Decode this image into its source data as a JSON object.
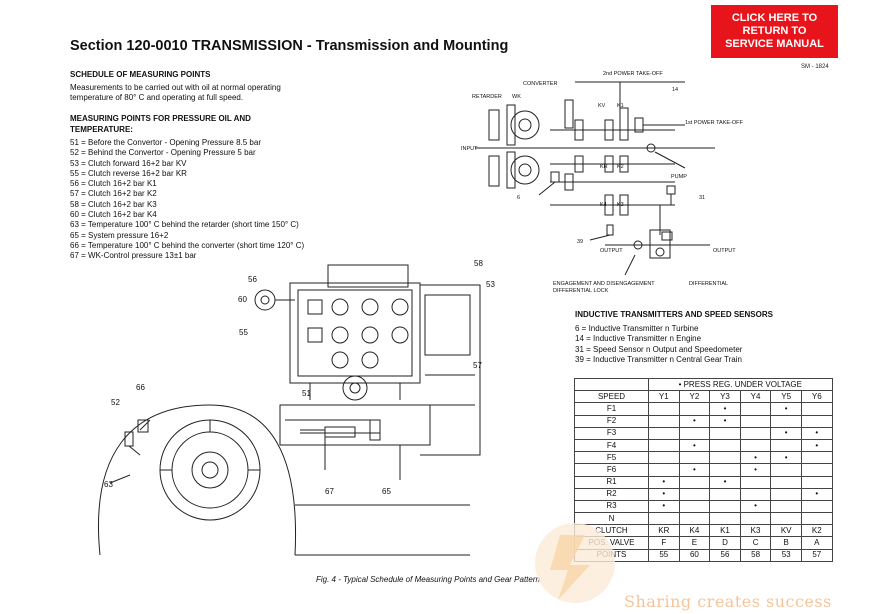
{
  "return_button": {
    "label": "CLICK HERE TO\nRETURN TO\nSERVICE MANUAL"
  },
  "page_title": "Section 120-0010 TRANSMISSION - Transmission and Mounting",
  "sm_code": "SM - 1824",
  "schedule": {
    "heading": "SCHEDULE OF MEASURING POINTS",
    "text_line1": "Measurements to be carried out with oil at normal operating",
    "text_line2": "temperature of 80° C and operating at full speed."
  },
  "measuring_points": {
    "heading_line1": "MEASURING POINTS FOR PRESSURE OIL AND",
    "heading_line2": "TEMPERATURE:",
    "items": [
      "51 = Before the Convertor - Opening Pressure 8.5 bar",
      "52 = Behind the Convertor - Opening Pressure 5 bar",
      "53 = Clutch forward 16+2 bar KV",
      "55 = Clutch reverse 16+2 bar KR",
      "56 = Clutch 16+2 bar K1",
      "57 = Clutch 16+2 bar K2",
      "58 = Clutch 16+2 bar K3",
      "60 = Clutch 16+2 bar K4",
      "63 = Temperature 100° C behind the retarder (short time 150° C)",
      "65 = System pressure 16+2",
      "66 = Temperature 100° C behind the converter (short time 120° C)",
      "67 = WK-Control pressure 13±1 bar"
    ]
  },
  "gear_diagram": {
    "labels": {
      "pto2": "2nd POWER TAKE-OFF",
      "converter": "CONVERTER",
      "retarder": "RETARDER",
      "wk": "WK",
      "input": "INPUT",
      "pto1": "1st POWER TAKE-OFF",
      "pump": "PUMP",
      "output_left": "OUTPUT",
      "output_right": "OUTPUT",
      "engagement_line1": "ENGAGEMENT AND DISENGAGEMENT",
      "engagement_line2": "DIFFERENTIAL LOCK",
      "differential": "DIFFERENTIAL",
      "kv": "KV",
      "k1": "K1",
      "kr": "KR",
      "k2": "K2",
      "k4": "K4",
      "k3": "K3",
      "n14": "14",
      "n6": "6",
      "n31": "31",
      "n39": "39"
    }
  },
  "assembly_callouts": {
    "c56": "56",
    "c58": "58",
    "c60": "60",
    "c53": "53",
    "c55": "55",
    "c57": "57",
    "c51": "51",
    "c66": "66",
    "c52": "52",
    "c63": "63",
    "c67": "67",
    "c65": "65"
  },
  "inductive": {
    "heading": "INDUCTIVE TRANSMITTERS AND SPEED SENSORS",
    "items": [
      "6 = Inductive Transmitter  n Turbine",
      "14 = Inductive Transmitter  n Engine",
      "31 = Speed Sensor  n Output and Speedometer",
      "39 =  Inductive Transmitter  n Central Gear Train"
    ]
  },
  "table": {
    "group_header": "• PRESS REG. UNDER VOLTAGE",
    "columns": [
      "SPEED",
      "Y1",
      "Y2",
      "Y3",
      "Y4",
      "Y5",
      "Y6"
    ],
    "rows": [
      [
        "F1",
        "",
        "",
        "•",
        "",
        "•",
        ""
      ],
      [
        "F2",
        "",
        "•",
        "•",
        "",
        "",
        ""
      ],
      [
        "F3",
        "",
        "",
        "",
        "",
        "•",
        "•"
      ],
      [
        "F4",
        "",
        "•",
        "",
        "",
        "",
        "•"
      ],
      [
        "F5",
        "",
        "",
        "",
        "•",
        "•",
        ""
      ],
      [
        "F6",
        "",
        "•",
        "",
        "•",
        "",
        ""
      ],
      [
        "R1",
        "•",
        "",
        "•",
        "",
        "",
        ""
      ],
      [
        "R2",
        "•",
        "",
        "",
        "",
        "",
        "•"
      ],
      [
        "R3",
        "•",
        "",
        "",
        "•",
        "",
        ""
      ],
      [
        "N",
        "",
        "",
        "",
        "",
        "",
        ""
      ],
      [
        "CLUTCH",
        "KR",
        "K4",
        "K1",
        "K3",
        "KV",
        "K2"
      ],
      [
        "POS. VALVE",
        "F",
        "E",
        "D",
        "C",
        "B",
        "A"
      ],
      [
        "POINTS",
        "55",
        "60",
        "56",
        "58",
        "53",
        "57"
      ]
    ]
  },
  "caption": "Fig. 4 - Typical Schedule of Measuring Points and Gear Pattern",
  "watermark": "Sharing creates success",
  "colors": {
    "button_red": "#e8141b",
    "watermark_orange": "#f6c49a"
  }
}
